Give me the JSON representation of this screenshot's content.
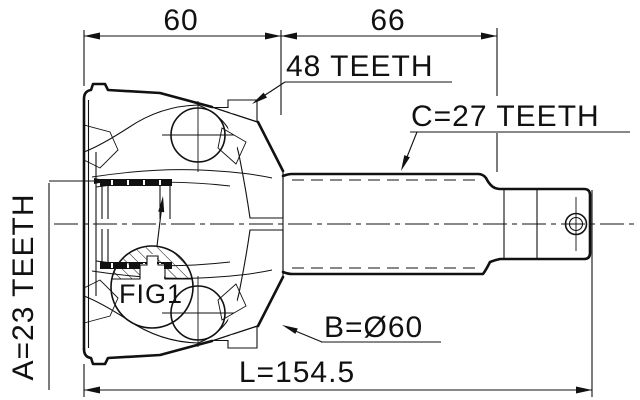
{
  "drawing": {
    "dim_top_left": "60",
    "dim_top_right": "66",
    "label_abs_ring": "48 TEETH",
    "label_outboard_spline": "C=27 TEETH",
    "label_inboard_spline": "A=23 TEETH",
    "label_detail": "FIG1",
    "dim_boot_diameter": "B=Ø60",
    "dim_overall_length": "L=154.5",
    "colors": {
      "ink": "#111111",
      "background": "#ffffff"
    }
  }
}
